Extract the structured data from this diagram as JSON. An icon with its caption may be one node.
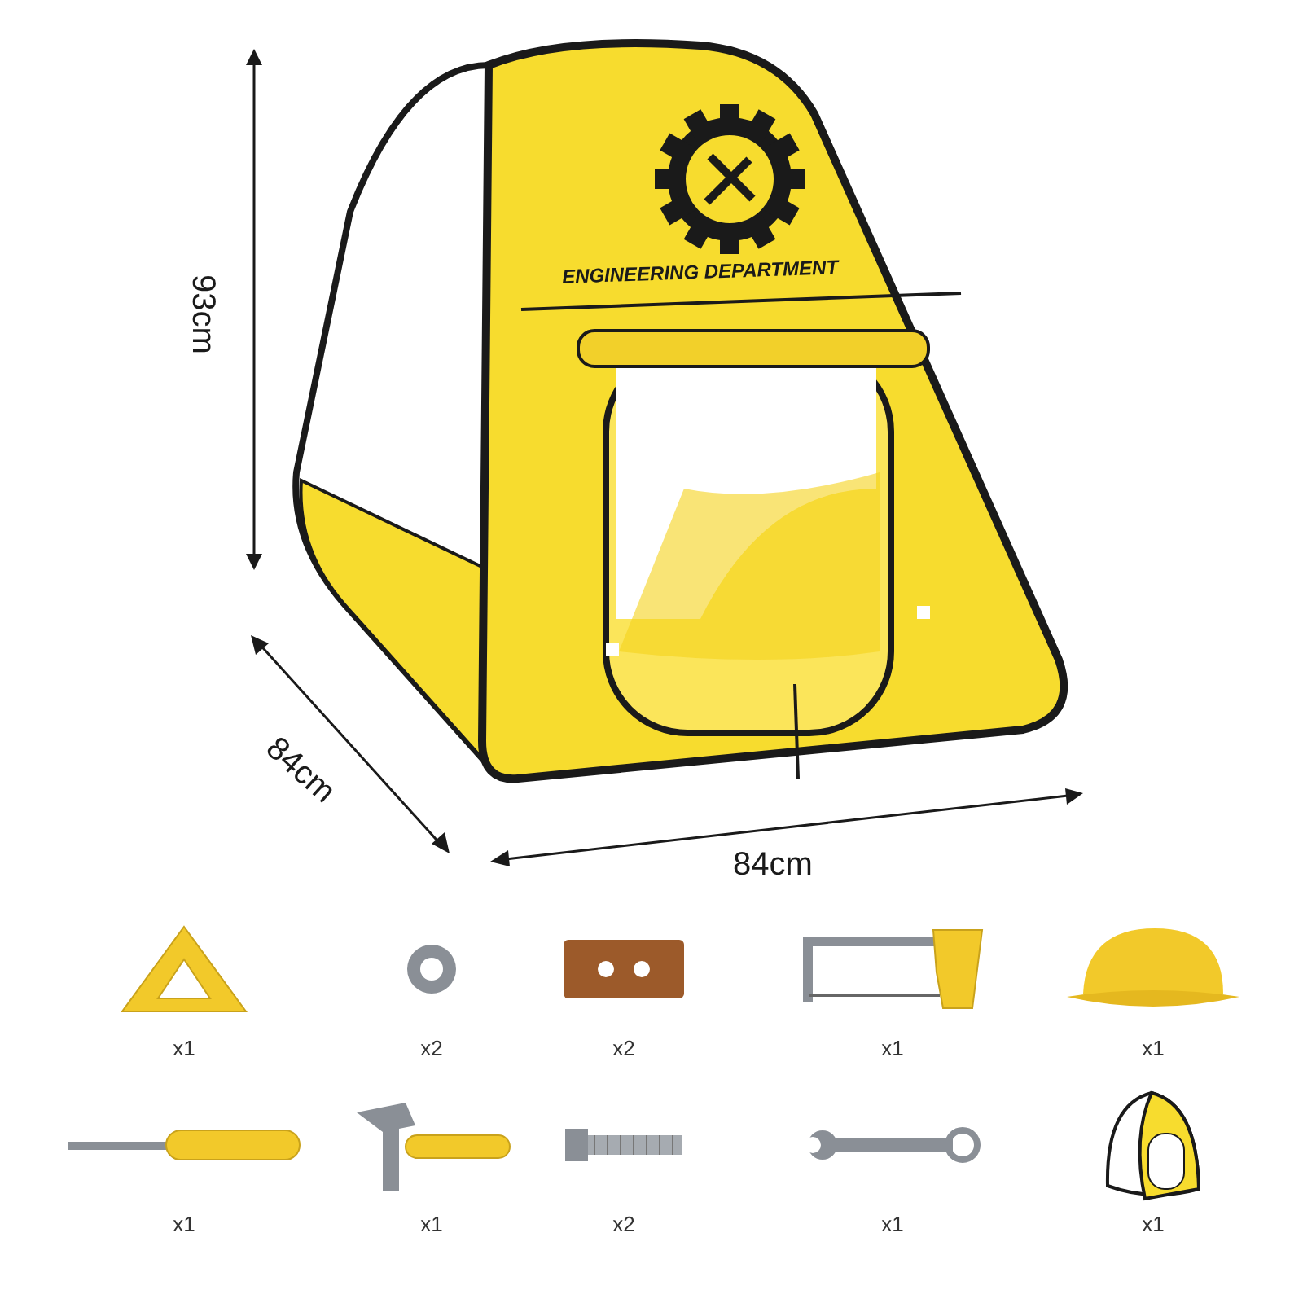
{
  "diagram": {
    "labels": [
      "ENGINEERING DEPARTMENT",
      "93cm",
      "84cm",
      "84cm",
      "x1",
      "x2",
      "x2",
      "x1",
      "x1",
      "x1",
      "x1",
      "x2",
      "x1",
      "x1"
    ]
  }
}
